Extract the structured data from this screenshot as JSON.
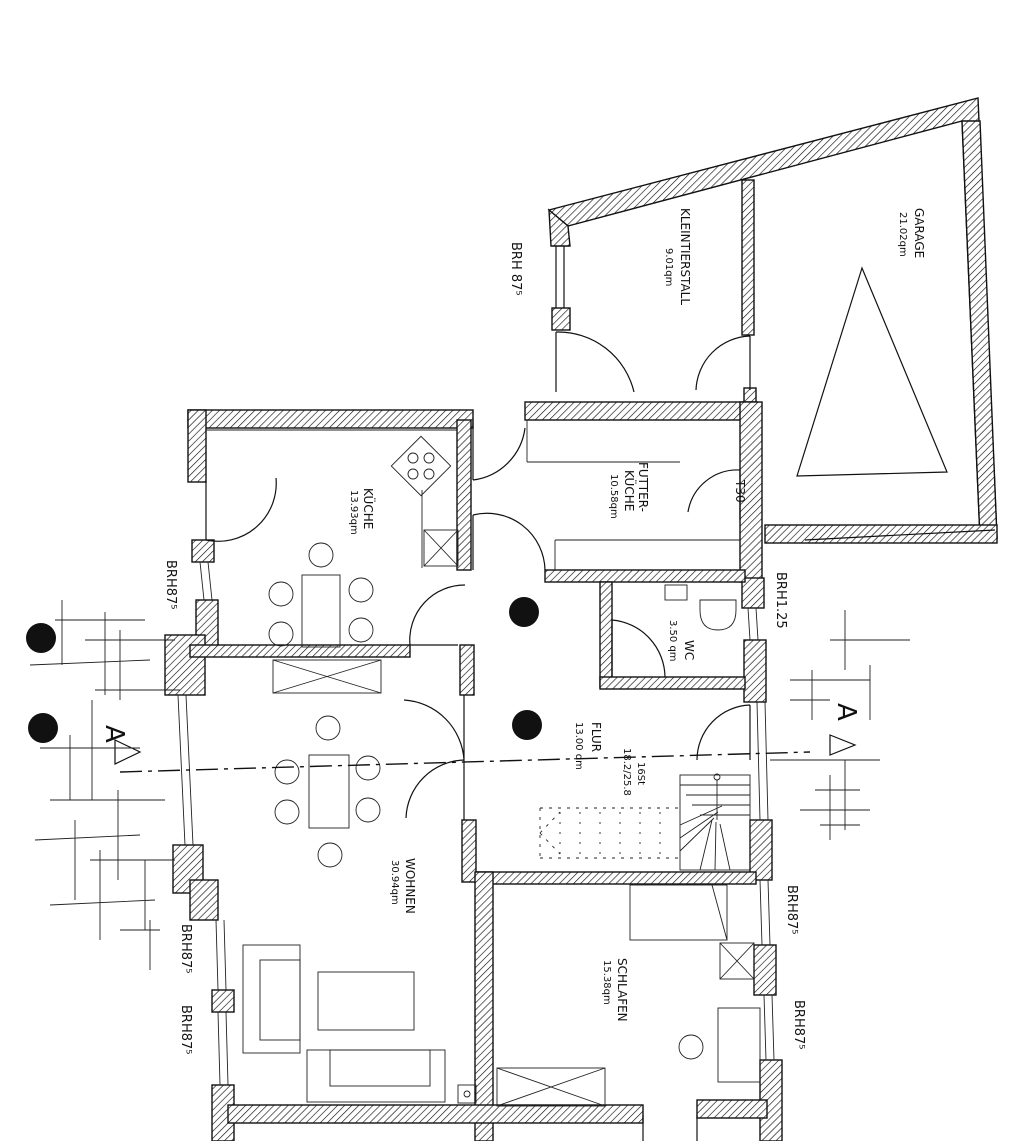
{
  "rooms": {
    "garage": {
      "name": "GARAGE",
      "area": "21.02qm"
    },
    "kleintierstall": {
      "name": "KLEINTIERSTALL",
      "area": "9.01qm"
    },
    "futterkueche": {
      "name1": "FUTTER-",
      "name2": "KÜCHE",
      "area": "10.58qm"
    },
    "kueche": {
      "name": "KÜCHE",
      "area": "13.93qm"
    },
    "wc": {
      "name": "WC",
      "area": "3.50 qm"
    },
    "flur": {
      "name": "FLUR",
      "area": "13.00 qm"
    },
    "wohnen": {
      "name": "WOHNEN",
      "area": "30.94qm"
    },
    "schlafen": {
      "name": "SCHLAFEN",
      "area": "15.38qm"
    }
  },
  "labels": {
    "brh_kleintier": "BRH 87⁵",
    "brh_kueche": "BRH87⁵",
    "brh_wc": "BRH1.25",
    "brh_wohnen_1": "BRH87⁵",
    "brh_wohnen_2": "BRH87⁵",
    "brh_schlafen_1": "BRH87⁵",
    "brh_schlafen_2": "BRH87⁵",
    "door_t30": "T30",
    "section_left": "A",
    "section_right": "A",
    "stair_count": "16St",
    "stair_dim": "18.2/25.8"
  }
}
